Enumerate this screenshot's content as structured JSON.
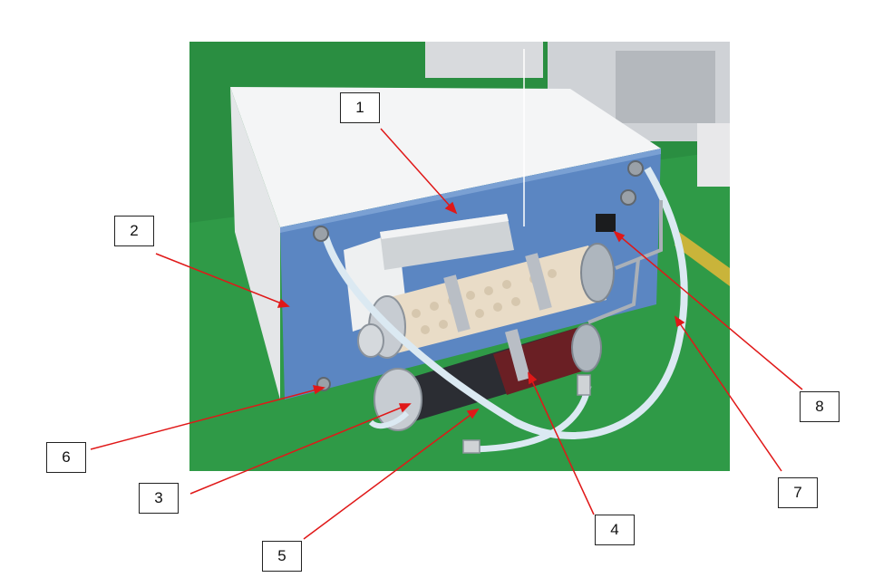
{
  "callouts": [
    {
      "label": "1"
    },
    {
      "label": "2"
    },
    {
      "label": "3"
    },
    {
      "label": "4"
    },
    {
      "label": "5"
    },
    {
      "label": "6"
    },
    {
      "label": "7"
    },
    {
      "label": "8"
    }
  ],
  "colors": {
    "floor": "#2f9a47",
    "floor_dark": "#217a36",
    "enclosure_top": "#f4f5f6",
    "enclosure_front": "#5b86c2",
    "leader_line": "#e01818",
    "tube": "#dbe9f2",
    "desiccant_white": "#e9dcc7",
    "desiccant_dark": "#2b2d33",
    "desiccant_red": "#6a1f24",
    "metal": "#b9bec5"
  }
}
